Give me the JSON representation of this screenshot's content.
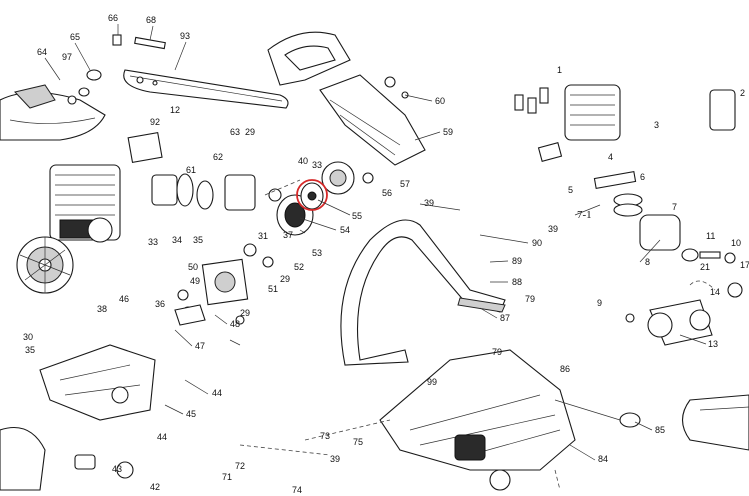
{
  "highlight_color": "#d62828",
  "callouts": {
    "c66": "66",
    "c68": "68",
    "c93": "93",
    "c65": "65",
    "c64": "64",
    "c97": "97",
    "c60": "60",
    "c59": "59",
    "c92": "92",
    "c12": "12",
    "c63": "63",
    "c29a": "29",
    "c62": "62",
    "c61": "61",
    "c40": "40",
    "c33a": "33",
    "c56": "56",
    "c57": "57",
    "c55": "55",
    "c54": "54",
    "c39a": "39",
    "c90": "90",
    "c39b": "39",
    "c89": "89",
    "c88": "88",
    "c79a": "79",
    "c87": "87",
    "c33b": "33",
    "c34": "34",
    "c35": "35",
    "c31": "31",
    "c37": "37",
    "c53": "53",
    "c52": "52",
    "c29b": "29",
    "c51": "51",
    "c50": "50",
    "c49": "49",
    "c46": "46",
    "c36": "36",
    "c38": "38",
    "c30": "30",
    "c35b": "35",
    "c48": "48",
    "c29c": "29",
    "c47": "47",
    "c44": "44",
    "c45": "45",
    "c43": "43",
    "c42": "42",
    "c79b": "79",
    "c99": "99",
    "c86": "86",
    "c85": "85",
    "c84": "84",
    "c75": "75",
    "c73": "73",
    "c72": "72",
    "c71": "71",
    "c74": "74",
    "c39c": "39",
    "c1": "1",
    "c2": "2",
    "c3": "3",
    "c4": "4",
    "c5": "5",
    "c6": "6",
    "c7": "7",
    "c7_1": "7-1",
    "c8": "8",
    "c9": "9",
    "c10": "10",
    "c11": "11",
    "c13": "13",
    "c14": "14",
    "c17": "17",
    "c21": "21"
  }
}
